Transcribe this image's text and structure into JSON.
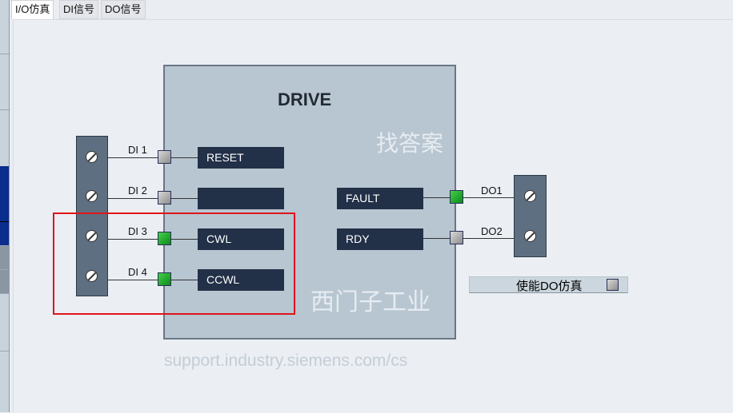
{
  "tabs": [
    {
      "label": "I/O仿真",
      "active": true
    },
    {
      "label": "DI信号"
    },
    {
      "label": "DO信号"
    }
  ],
  "drive": {
    "title": "DRIVE"
  },
  "inputs": [
    {
      "label": "DI 1",
      "signal": "RESET",
      "state": "off"
    },
    {
      "label": "DI 2",
      "signal": "",
      "state": "off"
    },
    {
      "label": "DI 3",
      "signal": "CWL",
      "state": "on"
    },
    {
      "label": "DI 4",
      "signal": "CCWL",
      "state": "on"
    }
  ],
  "outputs": [
    {
      "label": "DO1",
      "signal": "FAULT",
      "state": "on"
    },
    {
      "label": "DO2",
      "signal": "RDY",
      "state": "off"
    }
  ],
  "enable_do_sim": {
    "label": "使能DO仿真",
    "state": "off"
  },
  "watermark": {
    "line1": "找答案",
    "line2": "support.industry.siemens.com/cs",
    "line3": "西门子工业"
  },
  "colors": {
    "led_on": "#1bab2a",
    "led_off": "#a0a0a0",
    "highlight": "#e0141a",
    "signal_bg": "#223048"
  }
}
